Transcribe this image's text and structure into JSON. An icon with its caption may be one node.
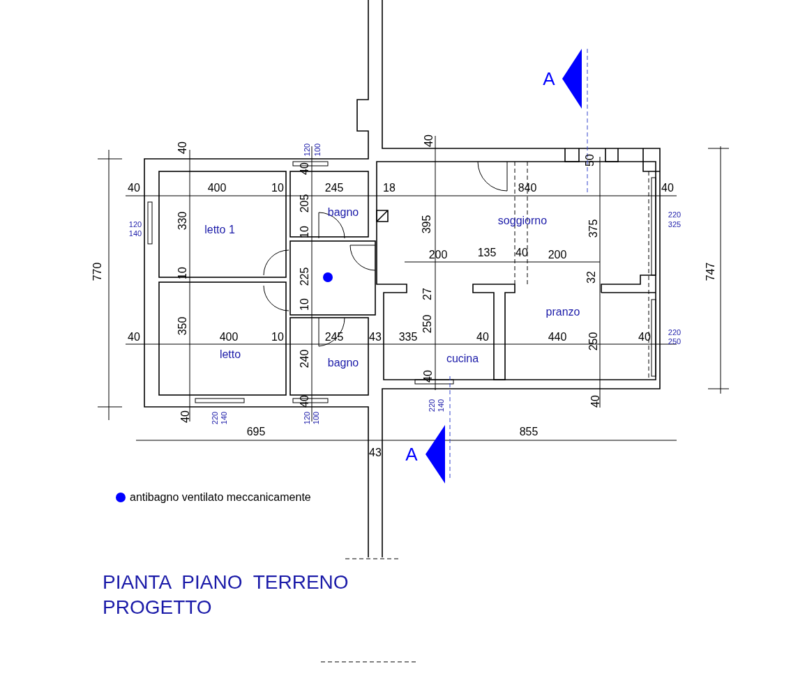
{
  "diagram": {
    "title": "PIANTA PIANO TERRENO PROGETTO",
    "labels": [
      "A",
      "40",
      "120",
      "100",
      "40",
      "50",
      "40",
      "40",
      "400",
      "10",
      "245",
      "18",
      "840",
      "40",
      "205",
      "120",
      "140",
      "330",
      "letto 1",
      "10",
      "bagno",
      "395",
      "soggiorno",
      "375",
      "220",
      "325",
      "200",
      "135",
      "40",
      "200",
      "770",
      "10",
      "225",
      "32",
      "747",
      "27",
      "10",
      "pranzo",
      "40",
      "350",
      "400",
      "10",
      "245",
      "43",
      "335",
      "250",
      "40",
      "440",
      "250",
      "40",
      "220",
      "250",
      "letto",
      "240",
      "bagno",
      "cucina",
      "40",
      "40",
      "220",
      "140",
      "40",
      "120",
      "100",
      "220",
      "140",
      "40",
      "695",
      "855",
      "A",
      "43"
    ],
    "legend": [
      {
        "text": "antibagno ventilato meccanicamente",
        "color": "#0000ff"
      }
    ]
  }
}
